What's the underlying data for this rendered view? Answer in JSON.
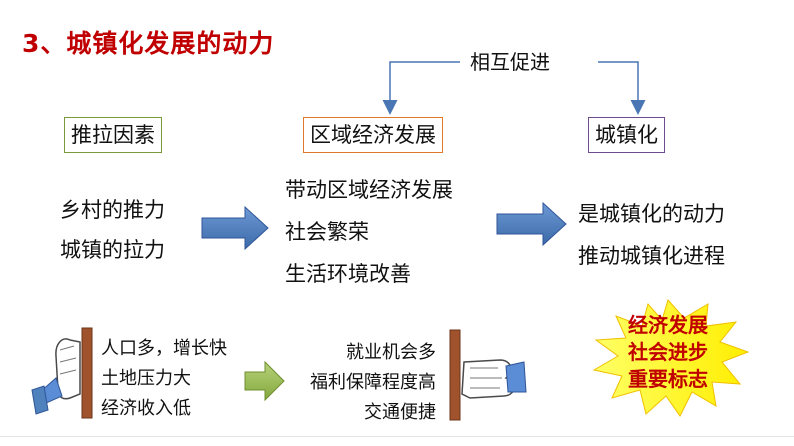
{
  "title": "3、城镇化发展的动力",
  "connector": {
    "label": "相互促进"
  },
  "boxes": {
    "push_pull": "推拉因素",
    "regional_econ": "区域经济发展",
    "urbanization": "城镇化"
  },
  "left_forces": [
    "乡村的推力",
    "城镇的拉力"
  ],
  "middle_effects": [
    "带动区域经济发展",
    "社会繁荣",
    "生活环境改善"
  ],
  "right_effects": [
    "是城镇化的动力",
    "推动城镇化进程"
  ],
  "push_factors": [
    "人口多，增长快",
    "土地压力大",
    "经济收入低"
  ],
  "pull_factors": [
    "就业机会多",
    "福利保障程度高",
    "交通便捷"
  ],
  "badge": [
    "经济发展",
    "社会进步",
    "重要标志"
  ],
  "colors": {
    "title": "#c00000",
    "connector_line": "#4a77b4",
    "arrow_blue": "#4f81bd",
    "arrow_green": "#9bbb59",
    "box_green": "#7a9a3a",
    "box_orange": "#e07a2a",
    "box_purple": "#6e4a8e",
    "badge_fill": "#ffff00",
    "badge_text": "#c00000",
    "wall": "#a0522d"
  }
}
